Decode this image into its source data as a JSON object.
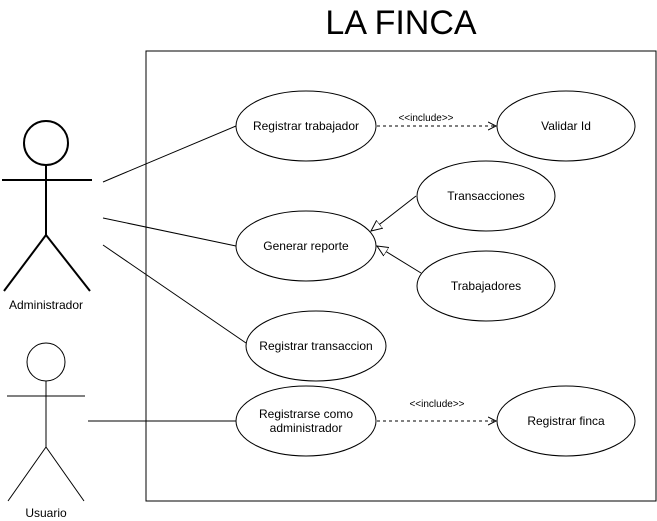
{
  "diagram": {
    "title": "LA FINCA",
    "actors": {
      "admin": "Administrador",
      "user": "Usuario"
    },
    "use_cases": {
      "registrar_trabajador": "Registrar trabajador",
      "validar_id": "Validar Id",
      "transacciones": "Transacciones",
      "generar_reporte": "Generar reporte",
      "trabajadores": "Trabajadores",
      "registrar_transaccion": "Registrar transaccion",
      "registrarse_line1": "Registrarse como",
      "registrarse_line2": "administrador",
      "registrar_finca": "Registrar finca"
    },
    "stereotypes": {
      "include_1": "<<include>>",
      "include_2": "<<include>>"
    }
  }
}
